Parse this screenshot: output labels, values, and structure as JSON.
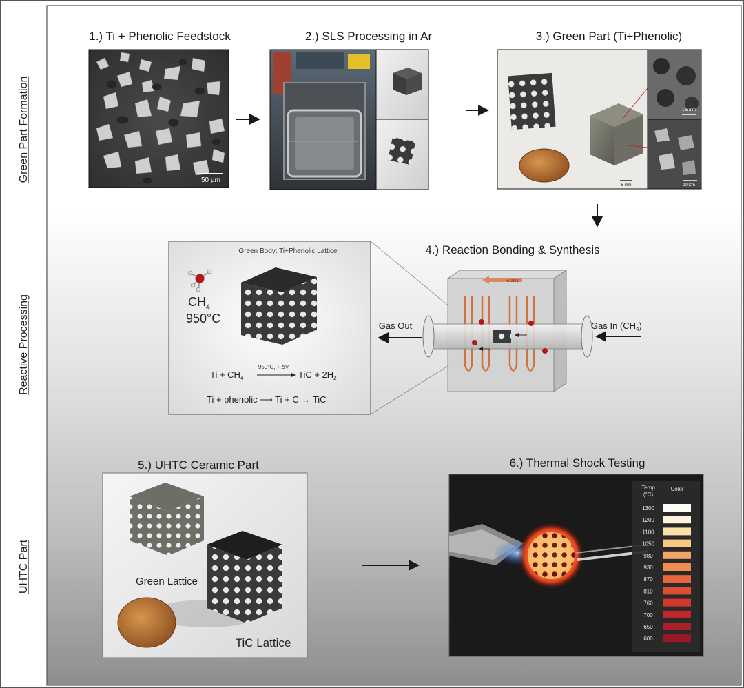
{
  "side_labels": {
    "green": "Green Part Formation",
    "reactive": "Reactive Processing",
    "uhtc": "UHTC Part"
  },
  "steps": {
    "s1": "1.) Ti + Phenolic Feedstock",
    "s2": "2.) SLS Processing in Ar",
    "s3": "3.) Green Part (Ti+Phenolic)",
    "s4": "4.) Reaction Bonding & Synthesis",
    "s5": "5.) UHTC Ceramic Part",
    "s6": "6.) Thermal Shock Testing"
  },
  "scale_bars": {
    "sem": "50 µm",
    "s3a": "5 mm",
    "s3b": "1.5 mm",
    "s3c": "20 Cm"
  },
  "reaction_inset": {
    "title": "Green Body: Ti+Phenolic Lattice",
    "gas": "CH",
    "gas_sub": "4",
    "temp": "950°C",
    "eq1_left": "Ti + CH",
    "eq1_left_sub": "4",
    "eq1_cond": "950°C, + ΔV",
    "eq1_right": "TiC + 2H",
    "eq1_right_sub": "2",
    "eq2": "Ti + phenolic ⟶ Ti + C → TiC"
  },
  "furnace": {
    "heating": "Heating",
    "gas_out": "Gas Out",
    "gas_in": "Gas In (CH",
    "gas_in_sub": "4",
    "gas_in_close": ")"
  },
  "step5_labels": {
    "green_lattice": "Green Lattice",
    "tic_lattice": "TiC Lattice"
  },
  "legend": {
    "temp_header": "Temp",
    "temp_unit": "(°C)",
    "color_header": "Color",
    "rows": [
      {
        "t": "1300",
        "c": "#fdfbf6"
      },
      {
        "t": "1200",
        "c": "#fdf3dc"
      },
      {
        "t": "1100",
        "c": "#fbe0a8"
      },
      {
        "t": "1050",
        "c": "#f8c882"
      },
      {
        "t": "980",
        "c": "#f3a766"
      },
      {
        "t": "930",
        "c": "#ee8c52"
      },
      {
        "t": "870",
        "c": "#e6683c"
      },
      {
        "t": "810",
        "c": "#dd4f33"
      },
      {
        "t": "760",
        "c": "#d1372b"
      },
      {
        "t": "700",
        "c": "#c0272a"
      },
      {
        "t": "650",
        "c": "#ad1f29"
      },
      {
        "t": "600",
        "c": "#9a1826"
      }
    ]
  }
}
